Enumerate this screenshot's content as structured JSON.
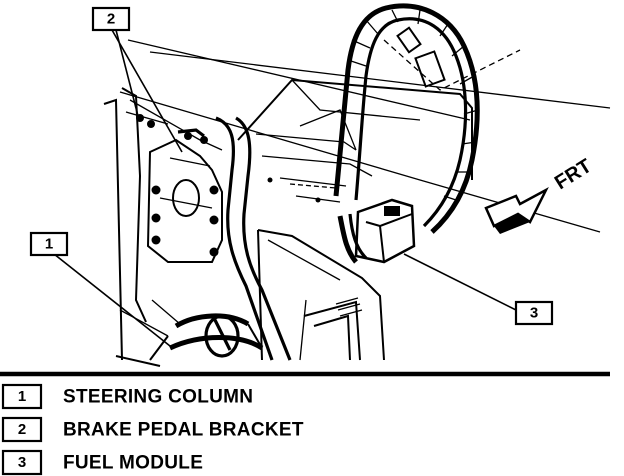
{
  "callouts": [
    {
      "number": "1",
      "label": "STEERING COLUMN"
    },
    {
      "number": "2",
      "label": "BRAKE PEDAL BRACKET"
    },
    {
      "number": "3",
      "label": "FUEL MODULE"
    }
  ],
  "direction_label": "FRT",
  "colors": {
    "ink": "#000000",
    "paper": "#ffffff"
  }
}
